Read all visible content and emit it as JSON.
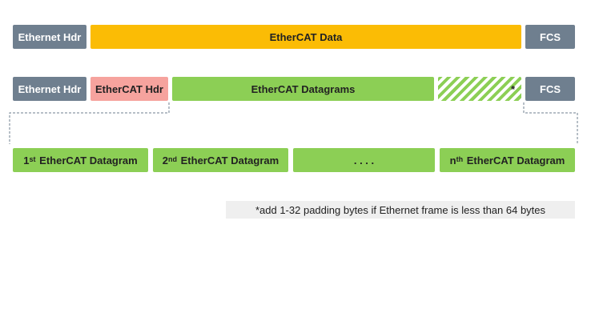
{
  "row1": {
    "ethernet_hdr": "Ethernet Hdr",
    "ethercat_data": "EtherCAT Data",
    "fcs": "FCS"
  },
  "row2": {
    "ethernet_hdr": "Ethernet Hdr",
    "ethercat_hdr": "EtherCAT Hdr",
    "ethercat_datagrams": "EtherCAT Datagrams",
    "padding_mark": "*",
    "fcs": "FCS"
  },
  "row3": {
    "first": {
      "num": "1",
      "sup": "st",
      "text": "EtherCAT Datagram"
    },
    "second": {
      "num": "2",
      "sup": "nd",
      "text": "EtherCAT Datagram"
    },
    "ellipsis": ". . . .",
    "nth": {
      "num": "n",
      "sup": "th",
      "text": "EtherCAT Datagram"
    }
  },
  "note": "*add 1-32 padding bytes if Ethernet frame is less than 64 bytes",
  "colors": {
    "header_grey": "#6f7f8f",
    "data_gold": "#fbbc05",
    "ethercat_hdr_pink": "#f6a39e",
    "datagram_green": "#8ccf55",
    "note_bg": "#efefef"
  }
}
